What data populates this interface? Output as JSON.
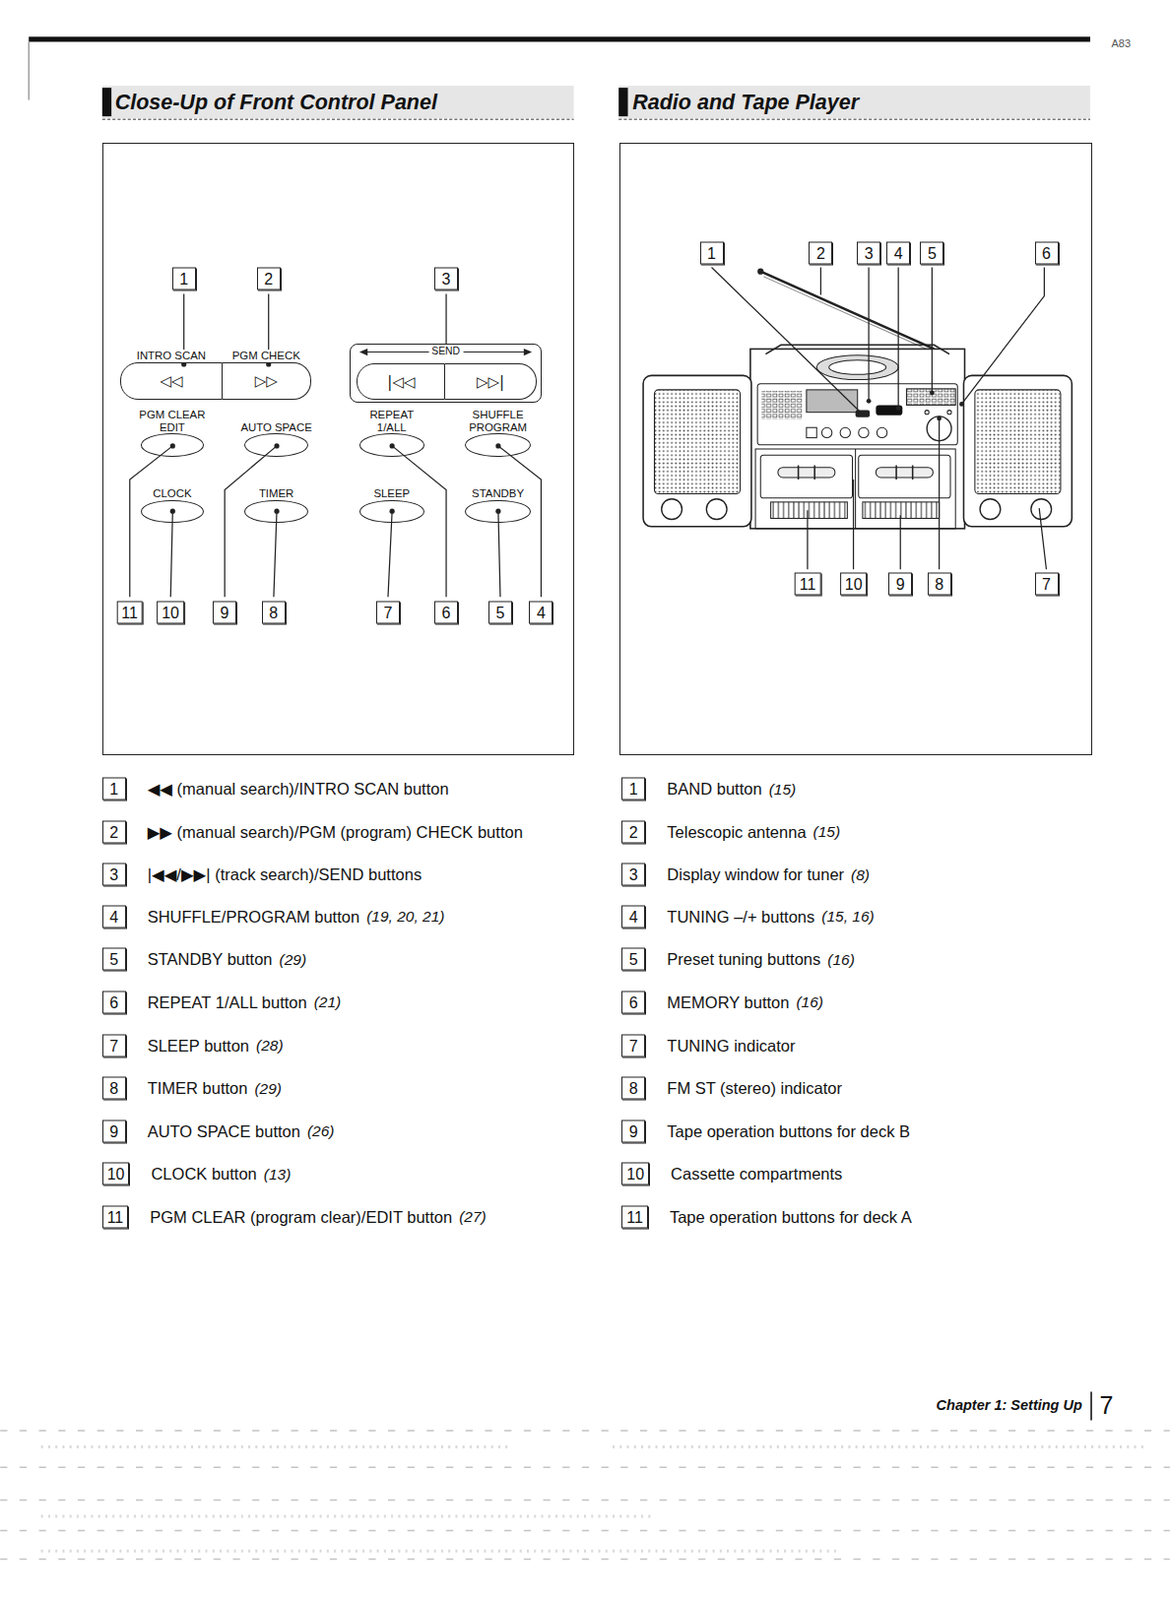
{
  "diagram": {
    "nodes": [
      {
        "text": [
          "Close-Up of Front Control Panel"
        ]
      },
      {
        "text": [
          "INTRO SCAN",
          "◁◁"
        ],
        "in": 0
      },
      {
        "text": [
          "PGM CHECK",
          "▷▷"
        ],
        "in": 0
      },
      {
        "text": [
          "SEND"
        ],
        "in": 0
      },
      {
        "text": [
          "|◁◁"
        ],
        "in": 3
      },
      {
        "text": [
          "▷▷|"
        ],
        "in": 3
      },
      {
        "text": [
          "PGM CLEAR EDIT"
        ],
        "in": 0
      },
      {
        "text": [
          "AUTO SPACE"
        ],
        "in": 0
      },
      {
        "text": [
          "REPEAT 1/ALL"
        ],
        "in": 0
      },
      {
        "text": [
          "SHUFFLE PROGRAM"
        ],
        "in": 0
      },
      {
        "text": [
          "CLOCK"
        ],
        "in": 0
      },
      {
        "text": [
          "TIMER"
        ],
        "in": 0
      },
      {
        "text": [
          "SLEEP"
        ],
        "in": 0
      },
      {
        "text": [
          "STANDBY"
        ],
        "in": 0
      },
      {
        "text": [
          "Radio and Tape Player"
        ]
      }
    ],
    "labels": [
      "A83",
      "1",
      "2",
      "3",
      "11",
      "10",
      "9",
      "8",
      "7",
      "6",
      "5",
      "4",
      "1",
      "2",
      "3",
      "4",
      "5",
      "6",
      "11",
      "10",
      "9",
      "8",
      "7",
      "1",
      "◀◀ (manual search)/INTRO SCAN button",
      "2",
      "▶▶ (manual search)/PGM (program) CHECK button",
      "3",
      "|◀◀/▶▶| (track search)/SEND buttons",
      "4",
      "SHUFFLE/PROGRAM button",
      "(19, 20, 21)",
      "5",
      "STANDBY button",
      "(29)",
      "6",
      "REPEAT 1/ALL button",
      "(21)",
      "7",
      "SLEEP button",
      "(28)",
      "8",
      "TIMER button",
      "(29)",
      "9",
      "AUTO SPACE button",
      "(26)",
      "10",
      "CLOCK button",
      "(13)",
      "11",
      "PGM CLEAR (program clear)/EDIT button",
      "(27)",
      "1",
      "BAND button",
      "(15)",
      "2",
      "Telescopic antenna",
      "(15)",
      "3",
      "Display window for tuner",
      "(8)",
      "4",
      "TUNING –/+ buttons",
      "(15, 16)",
      "5",
      "Preset tuning buttons",
      "(16)",
      "6",
      "MEMORY button",
      "(16)",
      "7",
      "TUNING indicator",
      "8",
      "FM ST (stereo) indicator",
      "9",
      "Tape operation buttons for deck B",
      "10",
      "Cassette compartments",
      "11",
      "Tape operation buttons for deck A",
      "Chapter 1: Setting Up",
      "7"
    ]
  }
}
